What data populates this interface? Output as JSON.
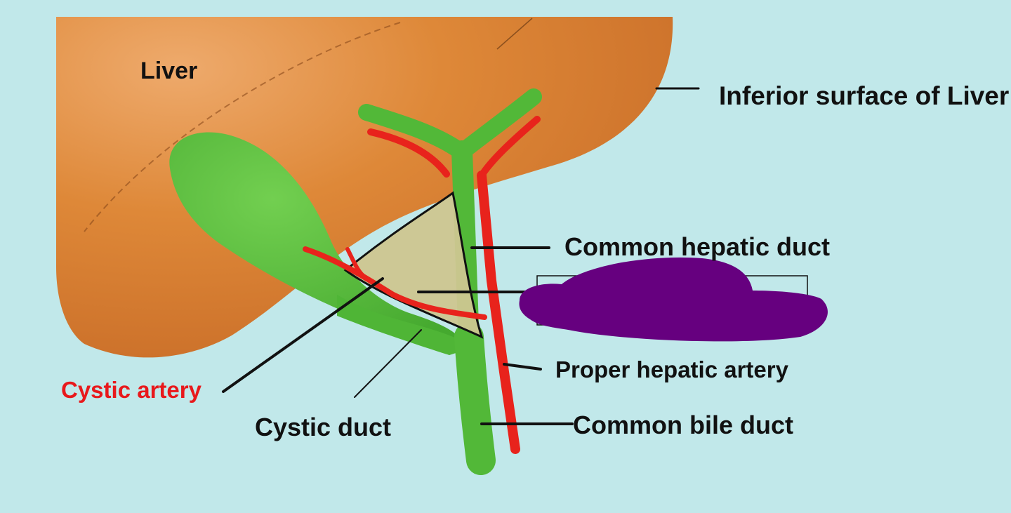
{
  "labels": {
    "liver": "Liver",
    "inferior_surface": "Inferior surface of Liver",
    "common_hepatic_duct": "Common hepatic duct",
    "proper_hepatic_artery": "Proper hepatic artery",
    "common_bile_duct": "Common bile duct",
    "cystic_duct": "Cystic duct",
    "cystic_artery": "Cystic artery"
  },
  "colors": {
    "background": "#c1e8ea",
    "liver": "#d5762c",
    "liver_highlight": "#eaa46a",
    "gallbladder_duct": "#52b838",
    "artery": "#e8231c",
    "triangle_fill": "#cfc791",
    "redaction": "#66007f",
    "cystic_artery_label": "#e8191c",
    "label_text": "#111111"
  }
}
